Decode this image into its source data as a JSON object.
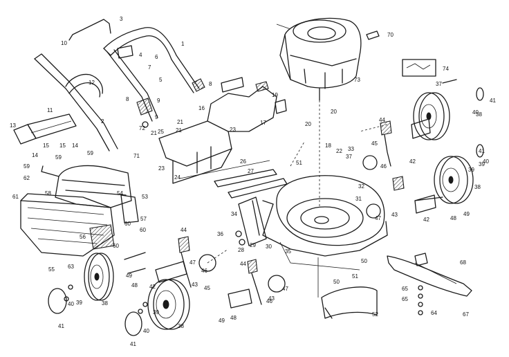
{
  "colors": {
    "ink": "#1a1a1a",
    "background": "#ffffff"
  },
  "callouts": [
    {
      "id": "c1",
      "text": "1"
    },
    {
      "id": "c2",
      "text": "2"
    },
    {
      "id": "c3",
      "text": "3"
    },
    {
      "id": "c4",
      "text": "4"
    },
    {
      "id": "c5",
      "text": "5"
    },
    {
      "id": "c6",
      "text": "6"
    },
    {
      "id": "c7",
      "text": "7"
    },
    {
      "id": "c8a",
      "text": "8"
    },
    {
      "id": "c8b",
      "text": "8"
    },
    {
      "id": "c9a",
      "text": "9"
    },
    {
      "id": "c9b",
      "text": "9"
    },
    {
      "id": "c10",
      "text": "10"
    },
    {
      "id": "c11",
      "text": "11"
    },
    {
      "id": "c12",
      "text": "12"
    },
    {
      "id": "c13",
      "text": "13"
    },
    {
      "id": "c14a",
      "text": "14"
    },
    {
      "id": "c14b",
      "text": "14"
    },
    {
      "id": "c15a",
      "text": "15"
    },
    {
      "id": "c15b",
      "text": "15"
    },
    {
      "id": "c16",
      "text": "16"
    },
    {
      "id": "c17",
      "text": "17"
    },
    {
      "id": "c18",
      "text": "18"
    },
    {
      "id": "c19",
      "text": "19"
    },
    {
      "id": "c20a",
      "text": "20"
    },
    {
      "id": "c20b",
      "text": "20"
    },
    {
      "id": "c21a",
      "text": "21"
    },
    {
      "id": "c21b",
      "text": "21"
    },
    {
      "id": "c21c",
      "text": "21"
    },
    {
      "id": "c22",
      "text": "22"
    },
    {
      "id": "c23a",
      "text": "23"
    },
    {
      "id": "c23b",
      "text": "23"
    },
    {
      "id": "c24",
      "text": "24"
    },
    {
      "id": "c25",
      "text": "25"
    },
    {
      "id": "c26",
      "text": "26"
    },
    {
      "id": "c27",
      "text": "27"
    },
    {
      "id": "c28",
      "text": "28"
    },
    {
      "id": "c29",
      "text": "29"
    },
    {
      "id": "c30",
      "text": "30"
    },
    {
      "id": "c31",
      "text": "31"
    },
    {
      "id": "c32",
      "text": "32"
    },
    {
      "id": "c33",
      "text": "33"
    },
    {
      "id": "c34",
      "text": "34"
    },
    {
      "id": "c35",
      "text": "35"
    },
    {
      "id": "c36",
      "text": "36"
    },
    {
      "id": "c37a",
      "text": "37"
    },
    {
      "id": "c37b",
      "text": "37"
    },
    {
      "id": "c38a",
      "text": "38"
    },
    {
      "id": "c38b",
      "text": "38"
    },
    {
      "id": "c38c",
      "text": "38"
    },
    {
      "id": "c38d",
      "text": "38"
    },
    {
      "id": "c39a",
      "text": "39"
    },
    {
      "id": "c39b",
      "text": "39"
    },
    {
      "id": "c39c",
      "text": "39"
    },
    {
      "id": "c39d",
      "text": "39"
    },
    {
      "id": "c40a",
      "text": "40"
    },
    {
      "id": "c40b",
      "text": "40"
    },
    {
      "id": "c40c",
      "text": "40"
    },
    {
      "id": "c40d",
      "text": "40"
    },
    {
      "id": "c41a",
      "text": "41"
    },
    {
      "id": "c41b",
      "text": "41"
    },
    {
      "id": "c41c",
      "text": "41"
    },
    {
      "id": "c41d",
      "text": "41"
    },
    {
      "id": "c42a",
      "text": "42"
    },
    {
      "id": "c42b",
      "text": "42"
    },
    {
      "id": "c42c",
      "text": "42"
    },
    {
      "id": "c43a",
      "text": "43"
    },
    {
      "id": "c43b",
      "text": "43"
    },
    {
      "id": "c43c",
      "text": "43"
    },
    {
      "id": "c44a",
      "text": "44"
    },
    {
      "id": "c44b",
      "text": "44"
    },
    {
      "id": "c44c",
      "text": "44"
    },
    {
      "id": "c45a",
      "text": "45"
    },
    {
      "id": "c45b",
      "text": "45"
    },
    {
      "id": "c46a",
      "text": "46"
    },
    {
      "id": "c46b",
      "text": "46"
    },
    {
      "id": "c46c",
      "text": "46"
    },
    {
      "id": "c47a",
      "text": "47"
    },
    {
      "id": "c47b",
      "text": "47"
    },
    {
      "id": "c47c",
      "text": "47"
    },
    {
      "id": "c48a",
      "text": "48"
    },
    {
      "id": "c48b",
      "text": "48"
    },
    {
      "id": "c48c",
      "text": "48"
    },
    {
      "id": "c49a",
      "text": "49"
    },
    {
      "id": "c49b",
      "text": "49"
    },
    {
      "id": "c49c",
      "text": "49"
    },
    {
      "id": "c50a",
      "text": "50"
    },
    {
      "id": "c50b",
      "text": "50"
    },
    {
      "id": "c51a",
      "text": "51"
    },
    {
      "id": "c51b",
      "text": "51"
    },
    {
      "id": "c52",
      "text": "52"
    },
    {
      "id": "c53",
      "text": "53"
    },
    {
      "id": "c54",
      "text": "54"
    },
    {
      "id": "c55",
      "text": "55"
    },
    {
      "id": "c56",
      "text": "56"
    },
    {
      "id": "c57",
      "text": "57"
    },
    {
      "id": "c58",
      "text": "58"
    },
    {
      "id": "c59a",
      "text": "59"
    },
    {
      "id": "c59b",
      "text": "59"
    },
    {
      "id": "c59c",
      "text": "59"
    },
    {
      "id": "c60a",
      "text": "60"
    },
    {
      "id": "c60b",
      "text": "60"
    },
    {
      "id": "c60c",
      "text": "60"
    },
    {
      "id": "c61",
      "text": "61"
    },
    {
      "id": "c62",
      "text": "62"
    },
    {
      "id": "c63",
      "text": "63"
    },
    {
      "id": "c64",
      "text": "64"
    },
    {
      "id": "c65a",
      "text": "65"
    },
    {
      "id": "c65b",
      "text": "65"
    },
    {
      "id": "c67",
      "text": "67"
    },
    {
      "id": "c68",
      "text": "68"
    },
    {
      "id": "c70",
      "text": "70"
    },
    {
      "id": "c71",
      "text": "71"
    },
    {
      "id": "c72",
      "text": "72"
    },
    {
      "id": "c73",
      "text": "73"
    },
    {
      "id": "c74",
      "text": "74"
    }
  ]
}
